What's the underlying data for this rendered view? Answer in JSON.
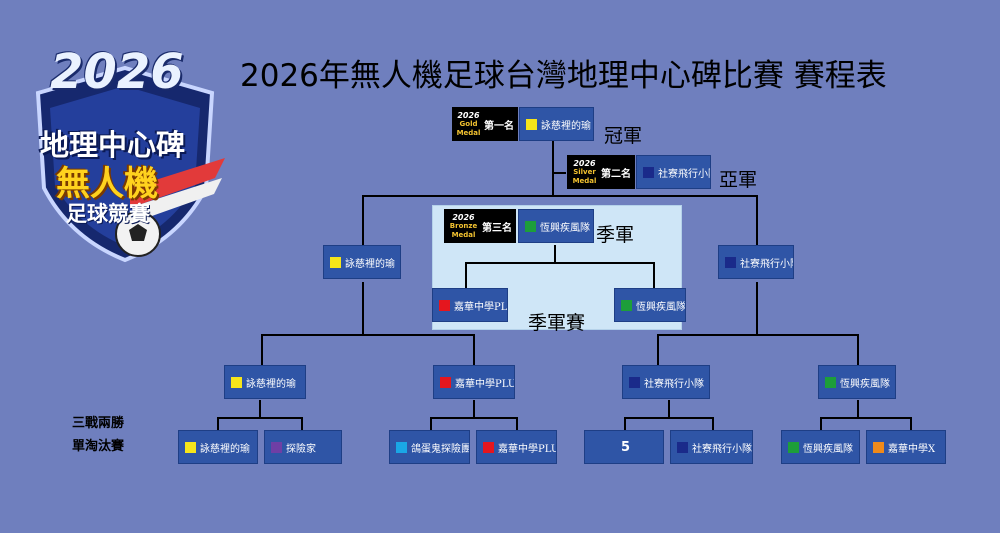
{
  "title": "2026年無人機足球台灣地理中心碑比賽 賽程表",
  "logo": {
    "year": "2026",
    "line1": "地理中心碑",
    "line2": "無人機",
    "line3": "足球競賽"
  },
  "badges": {
    "first": {
      "mini_year": "2026",
      "mini_sub": "Gold Medal",
      "rank": "第一名"
    },
    "second": {
      "mini_year": "2026",
      "mini_sub": "Silver Medal",
      "rank": "第二名"
    },
    "third": {
      "mini_year": "2026",
      "mini_sub": "Bronze Medal",
      "rank": "第三名"
    }
  },
  "places": {
    "champion": "冠軍",
    "runner_up": "亞軍",
    "third": "季軍",
    "third_match": "季軍賽"
  },
  "format_label": {
    "line1": "三戰兩勝",
    "line2": "單淘汰賽"
  },
  "colors": {
    "yellow": "#f6e51a",
    "purple": "#6f3fa5",
    "cyan": "#1aa7e6",
    "red": "#e5161e",
    "navy": "#1a2a8a",
    "green": "#1d9e3a",
    "orange": "#f08a1a"
  },
  "round1": [
    {
      "name": "詠慈裡的瑜",
      "color": "#f6e51a"
    },
    {
      "name": "探險家",
      "color": "#6f3fa5"
    },
    {
      "name": "鴿蛋鬼探險團",
      "color": "#1aa7e6"
    },
    {
      "name": "嘉華中學PLUS",
      "color": "#e5161e"
    },
    {
      "name": "5",
      "color": ""
    },
    {
      "name": "社寮飛行小隊",
      "color": "#1a2a8a"
    },
    {
      "name": "恆興疾風隊",
      "color": "#1d9e3a"
    },
    {
      "name": "嘉華中學X",
      "color": "#f08a1a"
    }
  ],
  "quarterfinal": [
    {
      "name": "詠慈裡的瑜",
      "color": "#f6e51a"
    },
    {
      "name": "嘉華中學PLUS",
      "color": "#e5161e"
    },
    {
      "name": "社寮飛行小隊",
      "color": "#1a2a8a"
    },
    {
      "name": "恆興疾風隊",
      "color": "#1d9e3a"
    }
  ],
  "semifinal": [
    {
      "name": "詠慈裡的瑜",
      "color": "#f6e51a"
    },
    {
      "name": "社寮飛行小隊",
      "color": "#1a2a8a"
    }
  ],
  "third_place_match": [
    {
      "name": "嘉華中學PLUS",
      "color": "#e5161e"
    },
    {
      "name": "恆興疾風隊",
      "color": "#1d9e3a"
    }
  ],
  "final_results": {
    "champion": {
      "name": "詠慈裡的瑜",
      "color": "#f6e51a"
    },
    "runner_up": {
      "name": "社寮飛行小隊",
      "color": "#1a2a8a"
    },
    "third": {
      "name": "恆興疾風隊",
      "color": "#1d9e3a"
    }
  }
}
